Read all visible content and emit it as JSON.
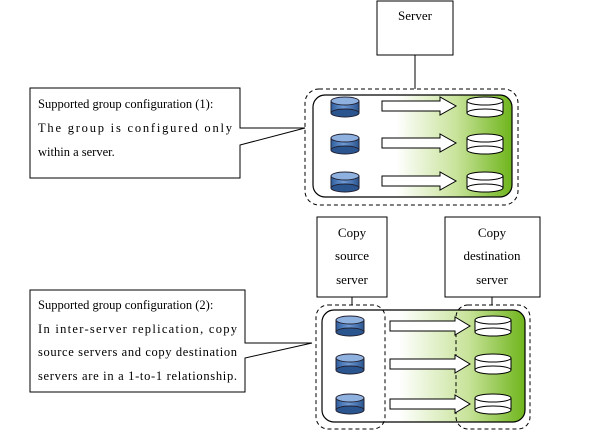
{
  "section1": {
    "server_label": "Server",
    "callout_lines": [
      "Supported group configuration (1):",
      "The  group  is  configured  only",
      "within a server."
    ]
  },
  "section2": {
    "source_label_lines": [
      "Copy",
      "source",
      "server"
    ],
    "destination_label_lines": [
      "Copy",
      "destination",
      "server"
    ],
    "callout_lines": [
      "Supported group configuration (2):",
      "In  inter-server  replication,  copy",
      "source servers and copy destination",
      "servers are in a 1-to-1 relationship."
    ]
  },
  "colors": {
    "source_disk": "#3a6fb4",
    "destination_disk": "#ffffff",
    "panel_green": "#77bb22"
  }
}
